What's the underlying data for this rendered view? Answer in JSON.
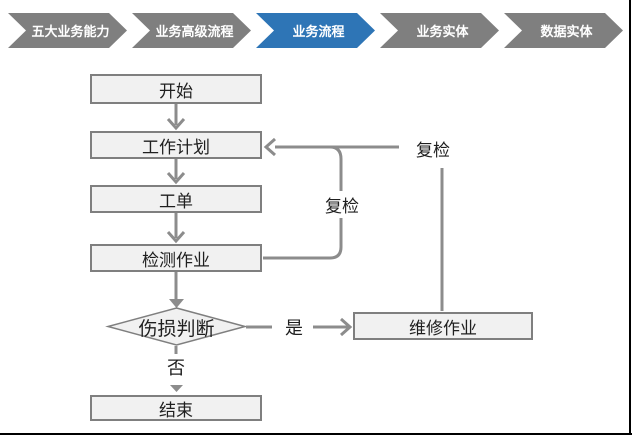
{
  "breadcrumb": {
    "items": [
      {
        "label": "五大业务能力",
        "active": false
      },
      {
        "label": "业务高级流程",
        "active": false
      },
      {
        "label": "业务流程",
        "active": true
      },
      {
        "label": "业务实体",
        "active": false
      },
      {
        "label": "数据实体",
        "active": false
      }
    ],
    "active_color": "#2E75B6",
    "inactive_color": "#7F7F7F"
  },
  "flowchart": {
    "nodes": {
      "start": {
        "label": "开始",
        "type": "process"
      },
      "plan": {
        "label": "工作计划",
        "type": "process"
      },
      "order": {
        "label": "工单",
        "type": "process"
      },
      "inspect": {
        "label": "检测作业",
        "type": "process"
      },
      "decision": {
        "label": "伤损判断",
        "type": "decision"
      },
      "repair": {
        "label": "维修作业",
        "type": "process"
      },
      "end": {
        "label": "结束",
        "type": "process"
      }
    },
    "edges": [
      {
        "from": "start",
        "to": "plan",
        "label": ""
      },
      {
        "from": "plan",
        "to": "order",
        "label": ""
      },
      {
        "from": "order",
        "to": "inspect",
        "label": ""
      },
      {
        "from": "inspect",
        "to": "decision",
        "label": ""
      },
      {
        "from": "decision",
        "to": "repair",
        "label": "是"
      },
      {
        "from": "decision",
        "to": "end",
        "label": "否"
      },
      {
        "from": "inspect",
        "to": "plan",
        "label": "复检"
      },
      {
        "from": "repair",
        "to": "plan",
        "label": "复检"
      }
    ],
    "colors": {
      "node_fill": "#F1F1F1",
      "node_border": "#7F7F7F",
      "line": "#8C8C8C",
      "text": "#1F1F1F"
    }
  }
}
